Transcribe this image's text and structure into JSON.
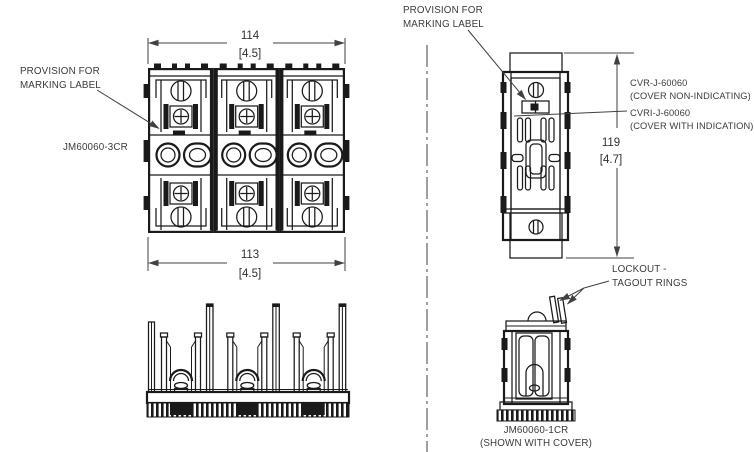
{
  "colors": {
    "line": "#1a1a1a",
    "dimension": "#414141",
    "text": "#3b3b3b",
    "background": "#ffffff"
  },
  "top_view": {
    "provision_label": {
      "line1": "PROVISION FOR",
      "line2": "MARKING LABEL"
    },
    "model": "JM60060-3CR",
    "dim_top": {
      "mm": "114",
      "inches": "[4.5]"
    },
    "dim_bottom": {
      "mm": "113",
      "inches": "[4.5]"
    }
  },
  "side_view": {
    "provision_label": {
      "line1": "PROVISION FOR",
      "line2": "MARKING LABEL"
    },
    "cover_plain": {
      "part": "CVR-J-60060",
      "desc": "(COVER NON-INDICATING)"
    },
    "cover_indicating": {
      "part": "CVRI-J-60060",
      "desc": "(COVER WITH INDICATION)"
    },
    "dim_height": {
      "mm": "119",
      "inches": "[4.7]"
    }
  },
  "covered_view": {
    "lockout_label": {
      "line1": "LOCKOUT -",
      "line2": "TAGOUT RINGS"
    },
    "model": "JM60060-1CR",
    "note": "(SHOWN WITH COVER)"
  }
}
